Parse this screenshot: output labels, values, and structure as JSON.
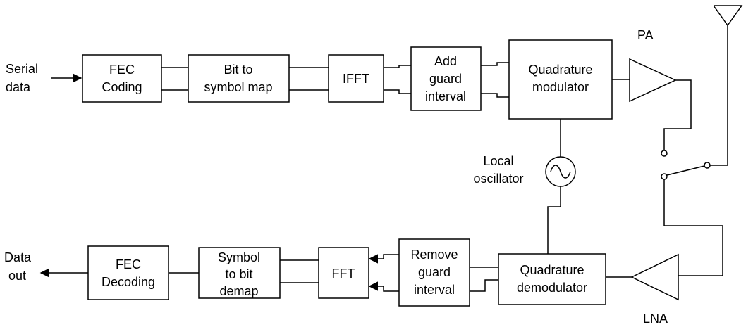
{
  "blocks": {
    "fec_coding": [
      "FEC",
      "Coding"
    ],
    "bit_to_symbol": [
      "Bit to",
      "symbol map"
    ],
    "ifft": [
      "IFFT"
    ],
    "add_guard": [
      "Add",
      "guard",
      "interval"
    ],
    "quad_mod": [
      "Quadrature",
      "modulator"
    ],
    "quad_demod": [
      "Quadrature",
      "demodulator"
    ],
    "remove_guard": [
      "Remove",
      "guard",
      "interval"
    ],
    "fft": [
      "FFT"
    ],
    "symbol_to_bit": [
      "Symbol",
      "to bit",
      "demap"
    ],
    "fec_decoding": [
      "FEC",
      "Decoding"
    ]
  },
  "labels": {
    "serial_data": [
      "Serial",
      "data"
    ],
    "data_out": [
      "Data",
      "out"
    ],
    "pa": "PA",
    "lna": "LNA",
    "local_osc": [
      "Local",
      "oscillator"
    ]
  },
  "colors": {
    "stroke": "#000000",
    "background": "#ffffff"
  }
}
